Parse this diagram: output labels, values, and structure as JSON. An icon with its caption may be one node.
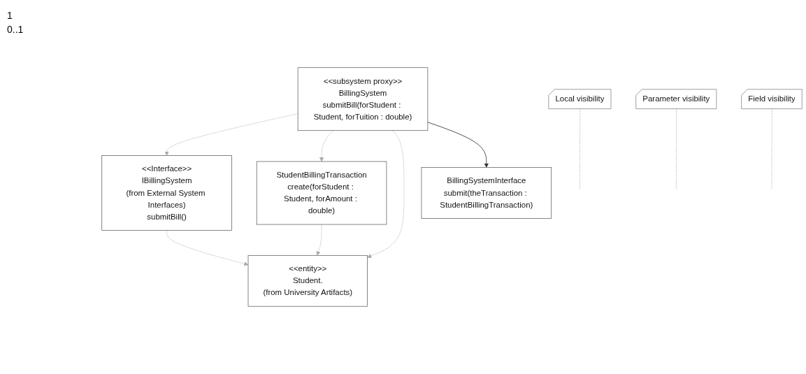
{
  "diagram": {
    "nodes": [
      {
        "text": [
          "<<Interface>>",
          "IBillingSystem",
          "(from External System Interfaces)",
          "submitBill()"
        ]
      },
      {
        "text": [
          "StudentBillingTransaction",
          "create(forStudent : Student, forAmount : double)"
        ]
      },
      {
        "text": [
          "Local visibility"
        ]
      },
      {
        "text": [
          "Parameter visibility"
        ]
      },
      {
        "text": [
          "<<subsystem proxy>>",
          "BillingSystem",
          "submitBill(forStudent : Student, forTuition : double)"
        ]
      },
      {
        "text": [
          "<<entity>>",
          "Student.",
          "(from University Artifacts)"
        ]
      },
      {
        "text": [
          "Field visibility"
        ]
      },
      {
        "text": [
          "BillingSystemInterface",
          "submit(theTransaction : StudentBillingTransaction)"
        ]
      }
    ],
    "edges": [
      {
        "from": 4,
        "to": 0,
        "arrow": "to",
        "style": "dashed"
      },
      {
        "from": 0,
        "to": 5,
        "arrow": "to",
        "style": "dashed"
      },
      {
        "from": 4,
        "to": 1,
        "arrow": "to",
        "style": "dashed"
      },
      {
        "from": 1,
        "to": 5,
        "arrow": "to",
        "style": "dashed"
      },
      {
        "from": 4,
        "to": 5,
        "arrow": "to",
        "style": "dashed"
      },
      {
        "from": 4,
        "to": 7,
        "arrow": "to",
        "color": "#333333"
      },
      {
        "from": 2,
        "to": null,
        "arrow": "none",
        "style": "dashed"
      },
      {
        "from": 3,
        "to": null,
        "arrow": "none",
        "style": "dashed"
      },
      {
        "from": 6,
        "to": null,
        "arrow": "none",
        "style": "dashed"
      }
    ],
    "labels": [
      "1",
      "0..1"
    ]
  }
}
